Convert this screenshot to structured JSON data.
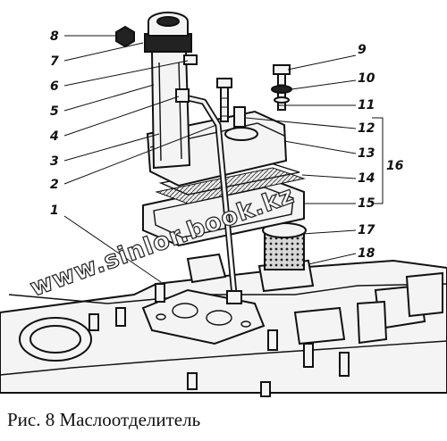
{
  "caption": "Рис. 8 Маслоотделитель",
  "watermark": "www.sinlor.book.kz",
  "callouts": {
    "n1": "1",
    "n2": "2",
    "n3": "3",
    "n4": "4",
    "n5": "5",
    "n6": "6",
    "n7": "7",
    "n8": "8",
    "n9": "9",
    "n10": "10",
    "n11": "11",
    "n12": "12",
    "n13": "13",
    "n14": "14",
    "n15": "15",
    "n16": "16",
    "n17": "17",
    "n18": "18"
  }
}
